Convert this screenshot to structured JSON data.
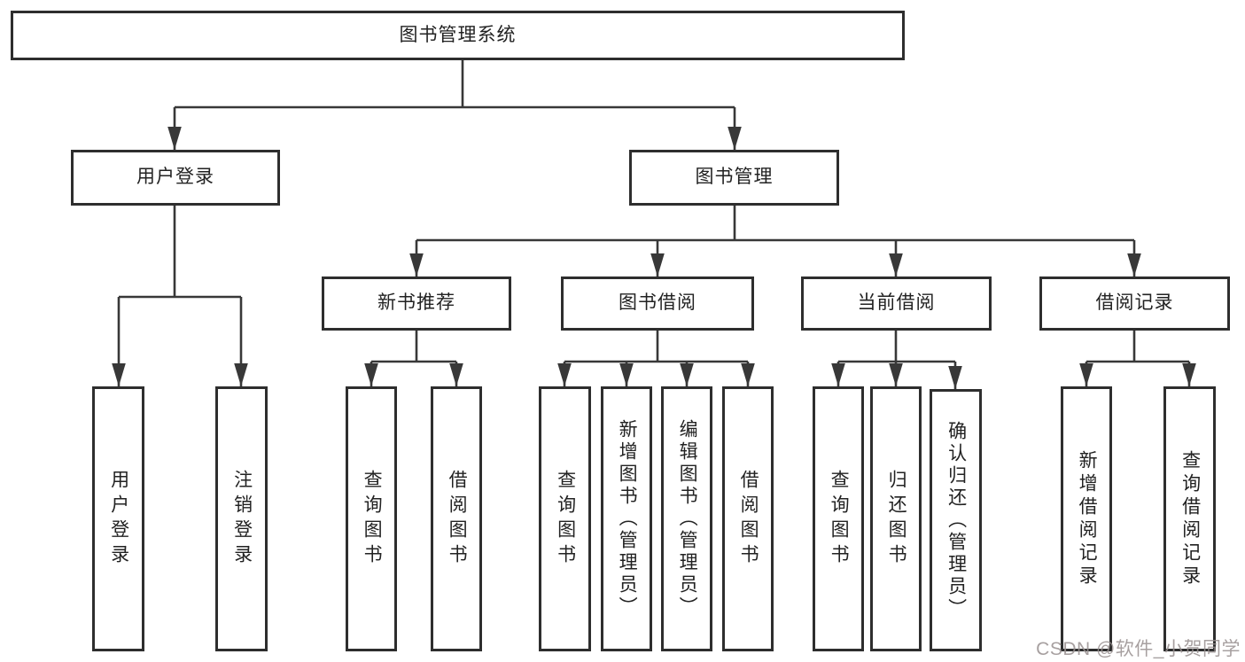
{
  "title": "图书管理系统",
  "nodes": {
    "user_login": "用户登录",
    "book_mgmt": "图书管理",
    "new_books": "新书推荐",
    "book_borrow": "图书借阅",
    "current_borrow": "当前借阅",
    "borrow_records": "借阅记录"
  },
  "leaves": {
    "user_login_1": "用户登录",
    "user_login_2": "注销登录",
    "new_books_1": "查询图书",
    "new_books_2": "借阅图书",
    "book_borrow_1": "查询图书",
    "book_borrow_2": "新增图书（管理员）",
    "book_borrow_3": "编辑图书（管理员）",
    "book_borrow_4": "借阅图书",
    "current_borrow_1": "查询图书",
    "current_borrow_2": "归还图书",
    "current_borrow_3": "确认归还（管理员）",
    "borrow_records_1": "新增借阅记录",
    "borrow_records_2": "查询借阅记录"
  },
  "watermark": "CSDN @软件_小贺同学",
  "colors": {
    "box_border": "#2e2e2e",
    "connector_line": "#383838",
    "text": "#222222",
    "background": "#ffffff",
    "watermark_text": "#988f8f"
  }
}
